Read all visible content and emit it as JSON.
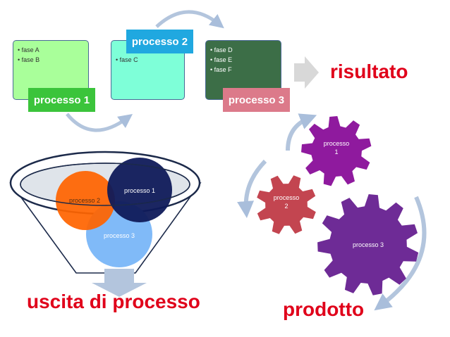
{
  "steps": [
    {
      "name": "processo 1",
      "items": [
        "fase A",
        "fase B"
      ],
      "box_color": "#a9ff9a",
      "tag_color": "#3bc43b"
    },
    {
      "name": "processo 2",
      "items": [
        "fase C"
      ],
      "box_color": "#7effd8",
      "tag_color": "#20a8e0"
    },
    {
      "name": "processo 3",
      "items": [
        "fase D",
        "fase E",
        "fase F"
      ],
      "box_color": "#3c6e47",
      "tag_color": "#dc7a8a"
    }
  ],
  "result_label": "risultato",
  "funnel": {
    "circles": [
      "processo 2",
      "processo 1",
      "processo 3"
    ],
    "colors": {
      "processo 1": "#0f1a5a",
      "processo 2": "#ff6400",
      "processo 3": "#80baf8"
    },
    "output_label": "uscita di processo"
  },
  "gears": {
    "items": [
      "processo 1",
      "processo 2",
      "processo 3"
    ],
    "colors": {
      "processo 1": "#8f1a9e",
      "processo 2": "#c34550",
      "processo 3": "#6e2b96"
    },
    "output_label": "prodotto"
  },
  "colors": {
    "accent_red": "#e0001a",
    "arrow_blue": "#b3c5dd",
    "arrow_gray": "#d8d8d8",
    "box_border": "#4a6a96"
  }
}
